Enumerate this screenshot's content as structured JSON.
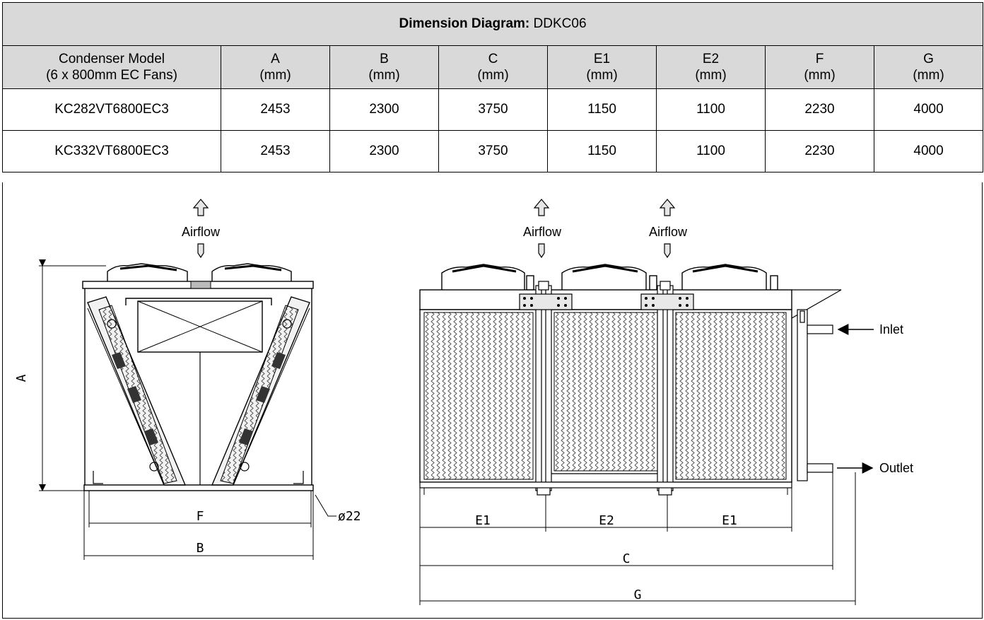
{
  "title": {
    "bold": "Dimension Diagram:",
    "model": "DDKC06"
  },
  "columns": [
    {
      "line1": "Condenser Model",
      "line2": "(6 x 800mm EC Fans)"
    },
    {
      "line1": "A",
      "line2": "(mm)"
    },
    {
      "line1": "B",
      "line2": "(mm)"
    },
    {
      "line1": "C",
      "line2": "(mm)"
    },
    {
      "line1": "E1",
      "line2": "(mm)"
    },
    {
      "line1": "E2",
      "line2": "(mm)"
    },
    {
      "line1": "F",
      "line2": "(mm)"
    },
    {
      "line1": "G",
      "line2": "(mm)"
    }
  ],
  "rows": [
    [
      "KC282VT6800EC3",
      "2453",
      "2300",
      "3750",
      "1150",
      "1100",
      "2230",
      "4000"
    ],
    [
      "KC332VT6800EC3",
      "2453",
      "2300",
      "3750",
      "1150",
      "1100",
      "2230",
      "4000"
    ]
  ],
  "diagram": {
    "airflow_label": "Airflow",
    "inlet_label": "Inlet",
    "outlet_label": "Outlet",
    "dim_A": "A",
    "dim_B": "B",
    "dim_F": "F",
    "dim_C": "C",
    "dim_G": "G",
    "dim_E1": "E1",
    "dim_E2": "E2",
    "hole_label": "ø22"
  }
}
